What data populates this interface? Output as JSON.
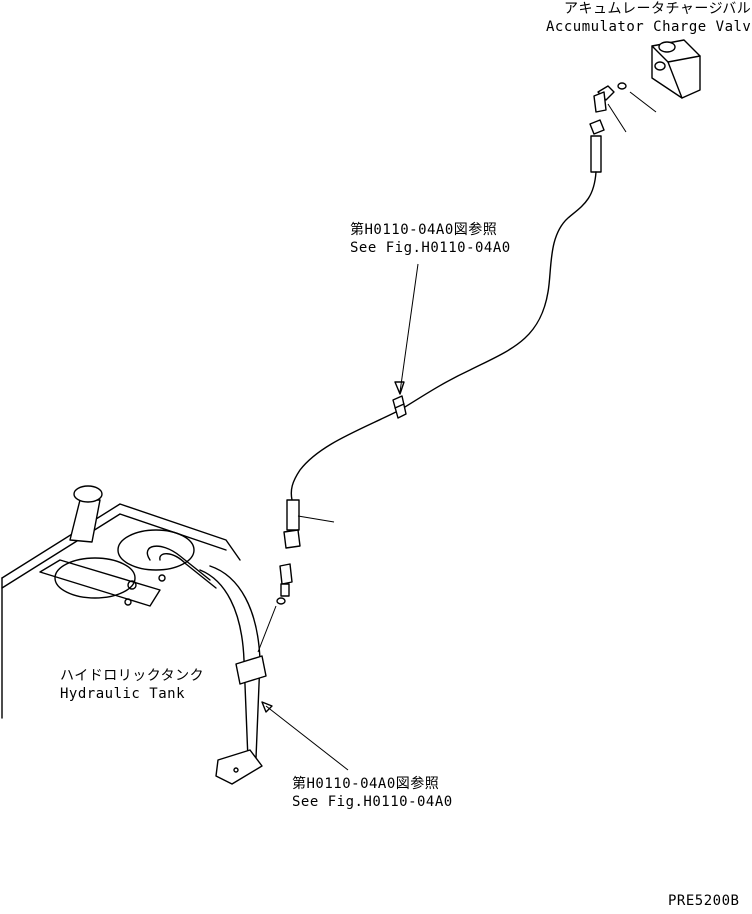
{
  "labels": {
    "valve_ja": "アキュムレータチャージバルブ",
    "valve_en": "Accumulator Charge Valve",
    "ref_upper_ja": "第H0110-04A0図参照",
    "ref_upper_en": "See Fig.H0110-04A0",
    "tank_ja": "ハイドロリックタンク",
    "tank_en": "Hydraulic Tank",
    "ref_lower_ja": "第H0110-04A0図参照",
    "ref_lower_en": "See Fig.H0110-04A0",
    "drawing_code": "PRE5200B"
  }
}
